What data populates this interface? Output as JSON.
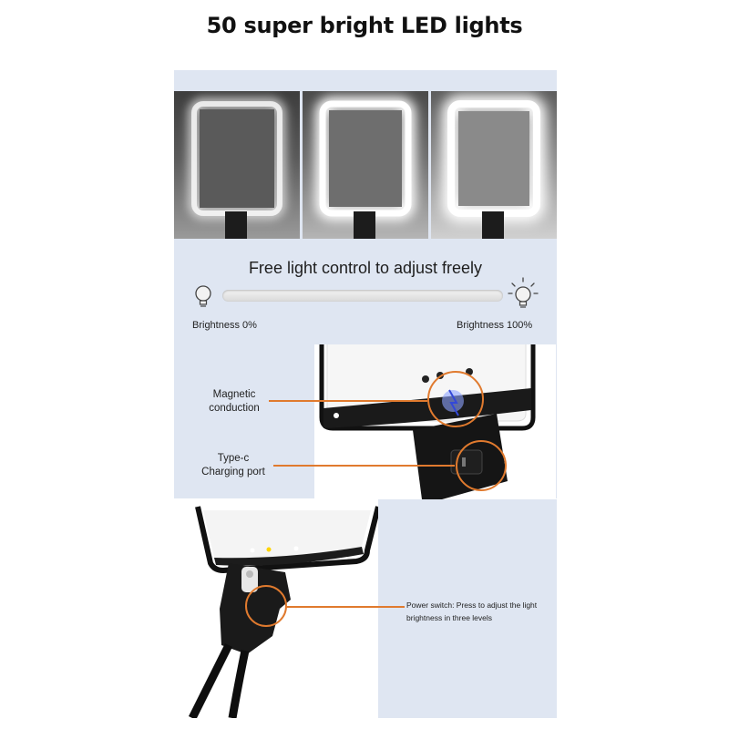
{
  "title": "50 super bright LED lights",
  "slider": {
    "heading": "Free light control to adjust freely",
    "min_label": "Brightness 0%",
    "max_label": "Brightness 100%"
  },
  "callouts": {
    "magnetic": "Magnetic conduction",
    "magnetic_line1": "Magnetic",
    "magnetic_line2": "conduction",
    "typec_line1": "Type-c",
    "typec_line2": "Charging port",
    "power_line1": "Power switch: Press to adjust the light",
    "power_line2": "brightness in three levels"
  },
  "colors": {
    "panel": "#dfe6f2",
    "accent": "#e07a2e"
  },
  "brightness_levels": [
    0.35,
    0.7,
    1.0
  ]
}
